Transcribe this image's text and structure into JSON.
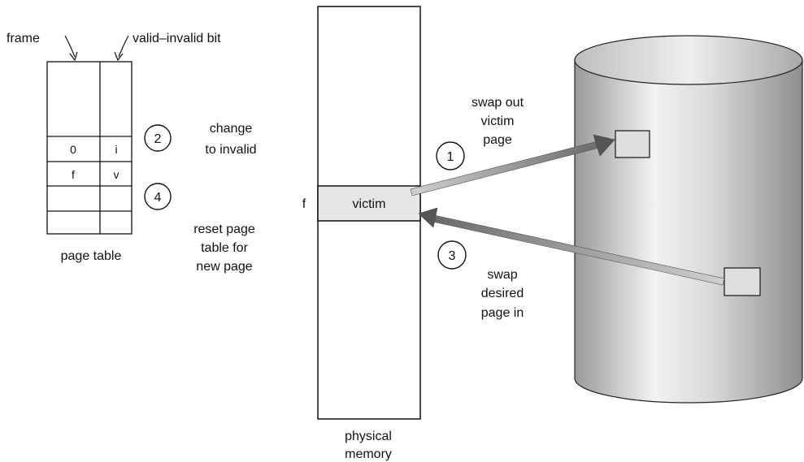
{
  "page_table": {
    "frame_label": "frame",
    "valid_invalid_label": "valid–invalid bit",
    "caption": "page table",
    "rows": [
      {
        "frame": "0",
        "bit": "i"
      },
      {
        "frame": "f",
        "bit": "v"
      },
      {
        "frame": "",
        "bit": ""
      },
      {
        "frame": "",
        "bit": ""
      }
    ]
  },
  "memory": {
    "frame_marker": "f",
    "victim_label": "victim",
    "caption_line1": "physical",
    "caption_line2": "memory"
  },
  "steps": {
    "s1": {
      "num": "1",
      "line1": "swap out",
      "line2": "victim",
      "line3": "page"
    },
    "s2": {
      "num": "2",
      "line1": "change",
      "line2": "to invalid"
    },
    "s3": {
      "num": "3",
      "line1": "swap",
      "line2": "desired",
      "line3": "page in"
    },
    "s4": {
      "num": "4",
      "line1": "reset page",
      "line2": "table for",
      "line3": "new page"
    }
  }
}
